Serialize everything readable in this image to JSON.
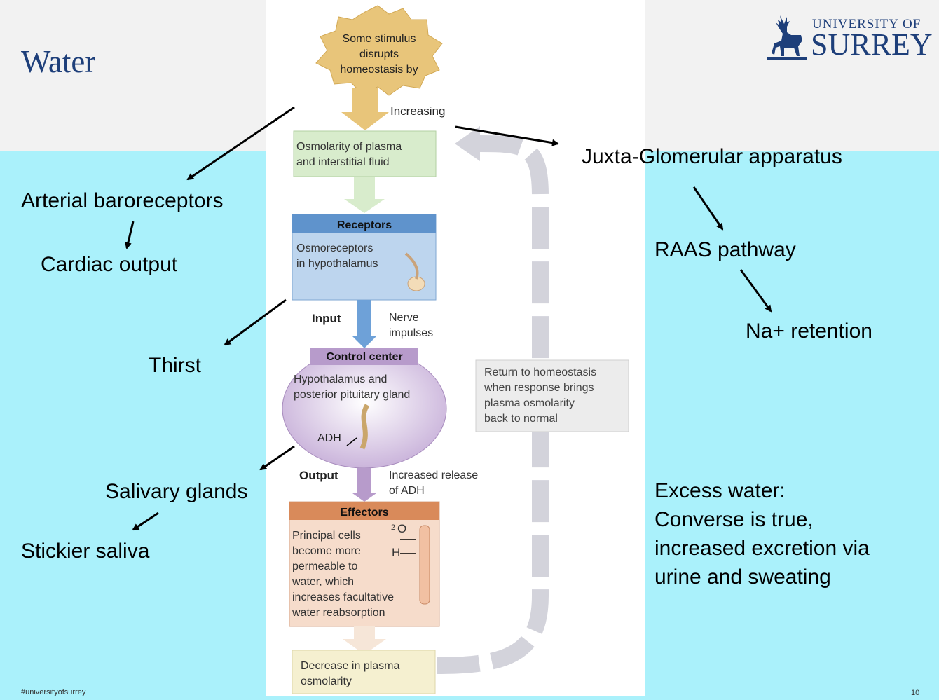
{
  "slide": {
    "title": "Water",
    "footer": "#universityofsurrey",
    "page_number": "10"
  },
  "logo": {
    "line1": "UNIVERSITY OF",
    "line2": "SURREY"
  },
  "diagram": {
    "stimulus": [
      "Some stimulus",
      "disrupts",
      "homeostasis by"
    ],
    "increasing": "Increasing",
    "variable": [
      "Osmolarity of plasma",
      "and interstitial fluid"
    ],
    "receptors_title": "Receptors",
    "receptors_body": [
      "Osmoreceptors",
      "in hypothalamus"
    ],
    "input": "Input",
    "nerve": [
      "Nerve",
      "impulses"
    ],
    "control_title": "Control center",
    "control_body": [
      "Hypothalamus and",
      "posterior pituitary gland"
    ],
    "adh": "ADH",
    "output": "Output",
    "release": [
      "Increased release",
      "of ADH"
    ],
    "effectors_title": "Effectors",
    "effectors_body": [
      "Principal cells",
      "become more",
      "permeable to",
      "water, which",
      "increases facultative",
      "water reabsorption"
    ],
    "h2o_o": "O",
    "h2o_h": "H",
    "h2o_2": "2",
    "result": [
      "Decrease in plasma",
      "osmolarity"
    ],
    "return_box": [
      "Return to homeostasis",
      "when response brings",
      "plasma osmolarity",
      "back to normal"
    ]
  },
  "labels": {
    "arterial": "Arterial baroreceptors",
    "cardiac": "Cardiac output",
    "thirst": "Thirst",
    "salivary": "Salivary glands",
    "sticky": "Stickier saliva",
    "juxta": "Juxta-Glomerular apparatus",
    "raas": "RAAS pathway",
    "na": "Na+ retention",
    "excess": [
      "Excess water:",
      "Converse is true,",
      "increased excretion via",
      "urine and sweating"
    ]
  },
  "colors": {
    "title": "#1e3f7a",
    "background": "#aaf1fb",
    "header": "#f2f2f2",
    "stimulus": "#e8c57a",
    "receptors": "#5f93cc",
    "effectors": "#d98a5a"
  }
}
